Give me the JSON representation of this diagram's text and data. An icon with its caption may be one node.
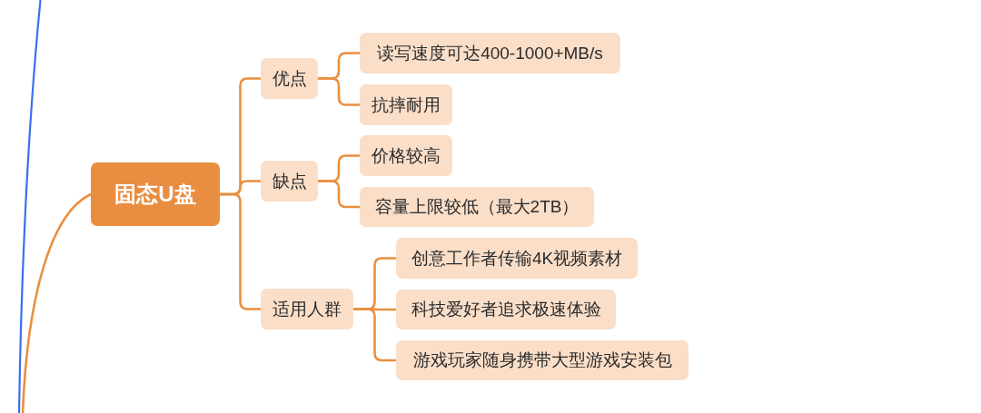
{
  "diagram": {
    "nodes": [
      {
        "text": [
          "固态U盘"
        ]
      },
      {
        "text": [
          "优点"
        ]
      },
      {
        "text": [
          "读写速度可达400-1000+MB/s"
        ]
      },
      {
        "text": [
          "抗摔耐用"
        ]
      },
      {
        "text": [
          "缺点"
        ]
      },
      {
        "text": [
          "价格较高"
        ]
      },
      {
        "text": [
          "容量上限较低（最大2TB）"
        ]
      },
      {
        "text": [
          "适用人群"
        ]
      },
      {
        "text": [
          "创意工作者传输4K视频素材"
        ]
      },
      {
        "text": [
          "科技爱好者追求极速体验"
        ]
      },
      {
        "text": [
          "游戏玩家随身携带大型游戏安装包"
        ]
      }
    ],
    "edges": [
      {
        "from": null,
        "to": 0,
        "arrow": "none"
      },
      {
        "from": 0,
        "to": 1,
        "arrow": "none"
      },
      {
        "from": 0,
        "to": 4,
        "arrow": "none"
      },
      {
        "from": 0,
        "to": 7,
        "arrow": "none"
      },
      {
        "from": 1,
        "to": 2,
        "arrow": "none"
      },
      {
        "from": 1,
        "to": 3,
        "arrow": "none"
      },
      {
        "from": 4,
        "to": 5,
        "arrow": "none"
      },
      {
        "from": 4,
        "to": 6,
        "arrow": "none"
      },
      {
        "from": 7,
        "to": 8,
        "arrow": "none"
      },
      {
        "from": 7,
        "to": 9,
        "arrow": "none"
      },
      {
        "from": 7,
        "to": 10,
        "arrow": "none"
      }
    ]
  }
}
